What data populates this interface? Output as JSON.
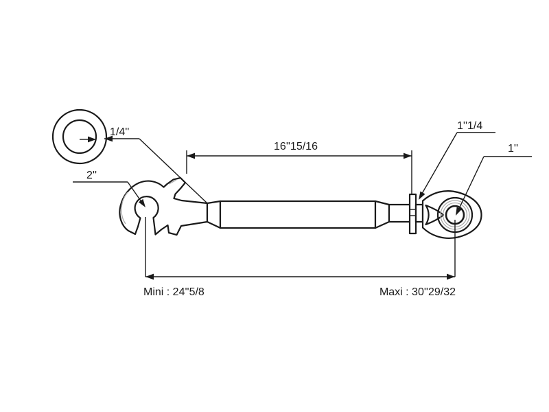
{
  "diagram": {
    "kind": "technical-drawing",
    "labels": {
      "hole_diameter": "1/4''",
      "hook_opening": "2''",
      "tube_length": "16''15/16",
      "collar_diameter": "1''1/4",
      "ball_diameter": "1''",
      "min_length": "Mini : 24''5/8",
      "max_length": "Maxi : 30''29/32"
    },
    "colors": {
      "line": "#1a1a1a",
      "detail_line": "#ababab",
      "background": "#ffffff"
    }
  }
}
